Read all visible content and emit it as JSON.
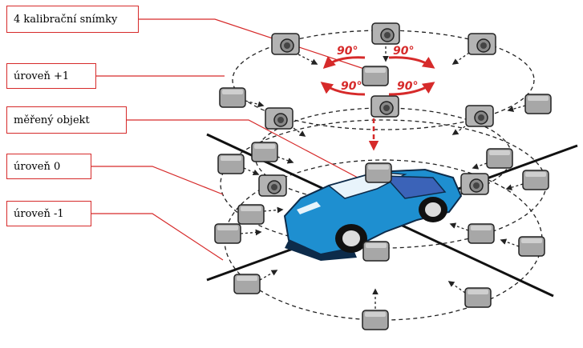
{
  "labels": {
    "calibration": "4 kalibrační snímky",
    "level_plus1": "úroveň +1",
    "object": "měřený objekt",
    "level_0": "úroveň 0",
    "level_minus1": "úroveň -1"
  },
  "angles": {
    "top_left": "90°",
    "top_right": "90°",
    "bottom_left": "90°",
    "bottom_right": "90°"
  },
  "colors": {
    "accent": "#d62a2a",
    "car_body": "#1e8fd0",
    "camera_fill": "#a7a7a7"
  }
}
